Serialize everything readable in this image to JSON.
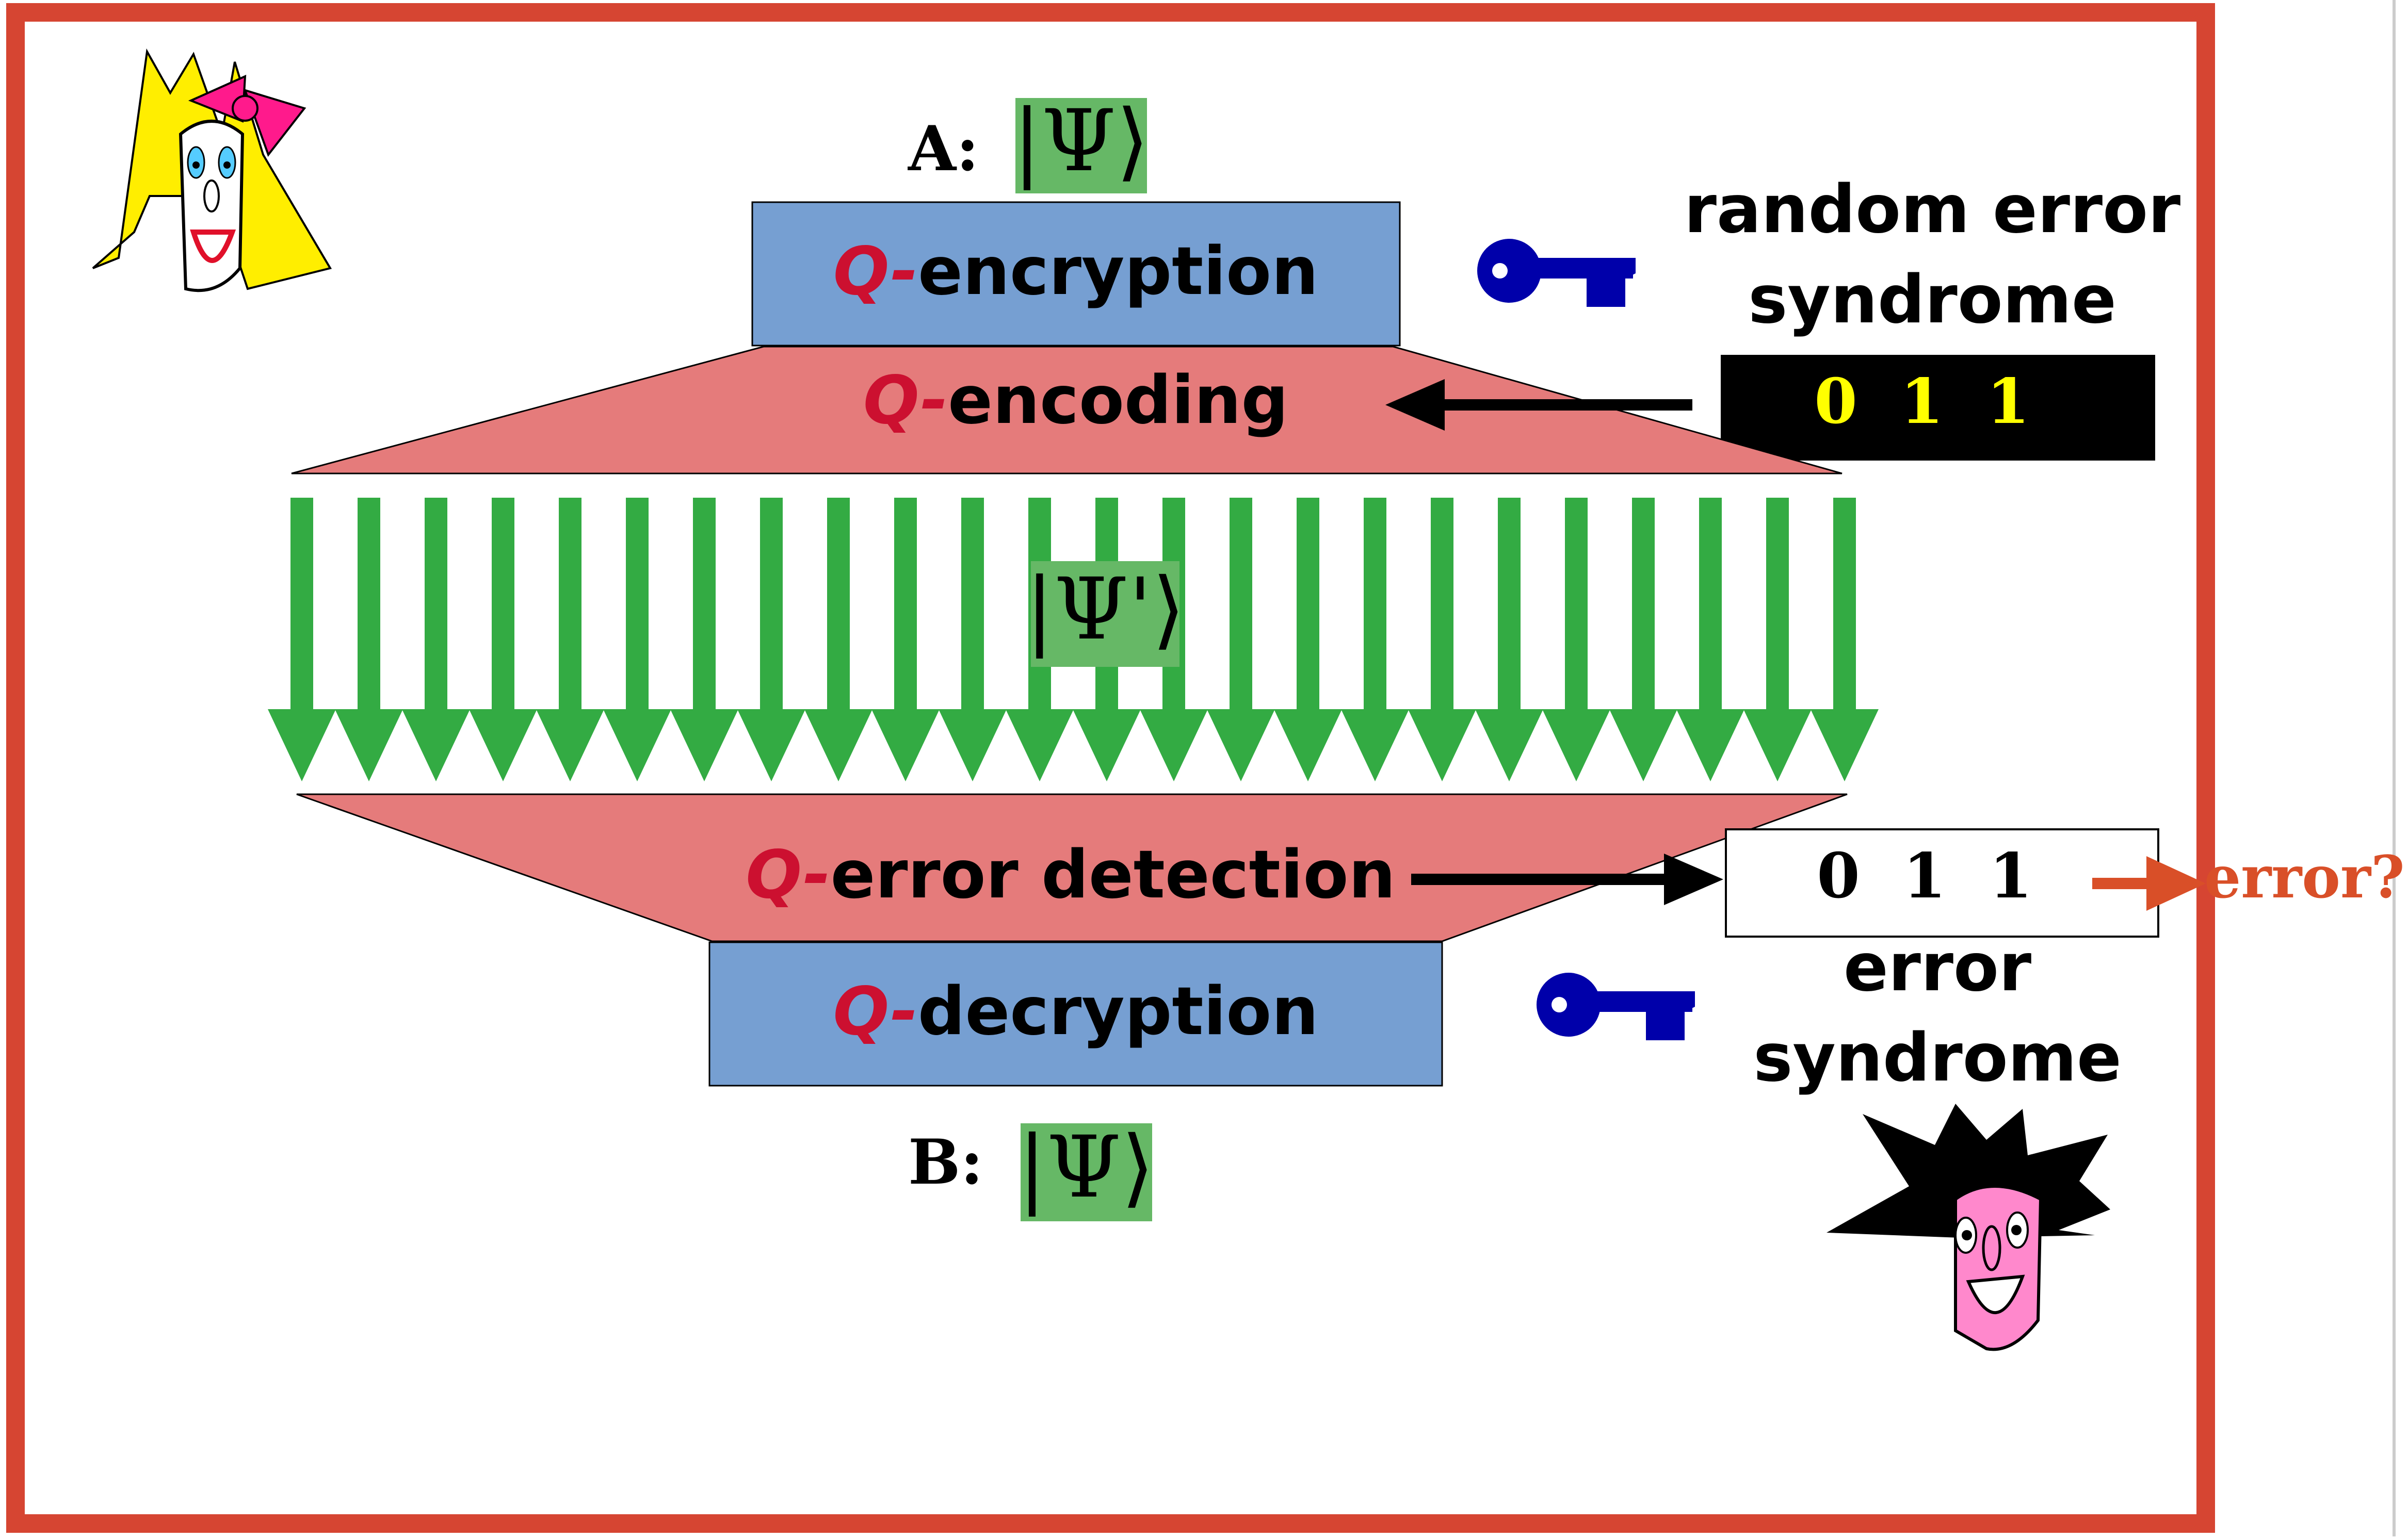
{
  "diagram": {
    "sender_label": "A:",
    "sender_state": "|Ψ⟩",
    "receiver_label": "B:",
    "receiver_state": "|Ψ⟩",
    "channel_state": "|Ψ'⟩",
    "q_prefix": "Q-",
    "steps": {
      "encryption": "encryption",
      "encoding": "encoding",
      "error_detection": "error detection",
      "decryption": "decryption"
    },
    "random_syndrome_title_line1": "random error",
    "random_syndrome_title_line2": "syndrome",
    "random_syndrome_bits": "0  1  1",
    "detected_syndrome_bits": "0  1  1",
    "detected_syndrome_label_line1": "error",
    "detected_syndrome_label_line2": "syndrome",
    "error_query": "error?",
    "icons": [
      "alice-cartoon-icon",
      "bob-cartoon-icon",
      "key-icon",
      "key-icon"
    ],
    "colors": {
      "border": "#d64532",
      "blue_box": "#769fd2",
      "pink_band": "#e57b7b",
      "green_arrow": "#33ab43",
      "state_highlight": "#66b866",
      "key": "#0000aa",
      "error_text": "#d94f28",
      "syndrome_digits": "#ffff00"
    }
  }
}
